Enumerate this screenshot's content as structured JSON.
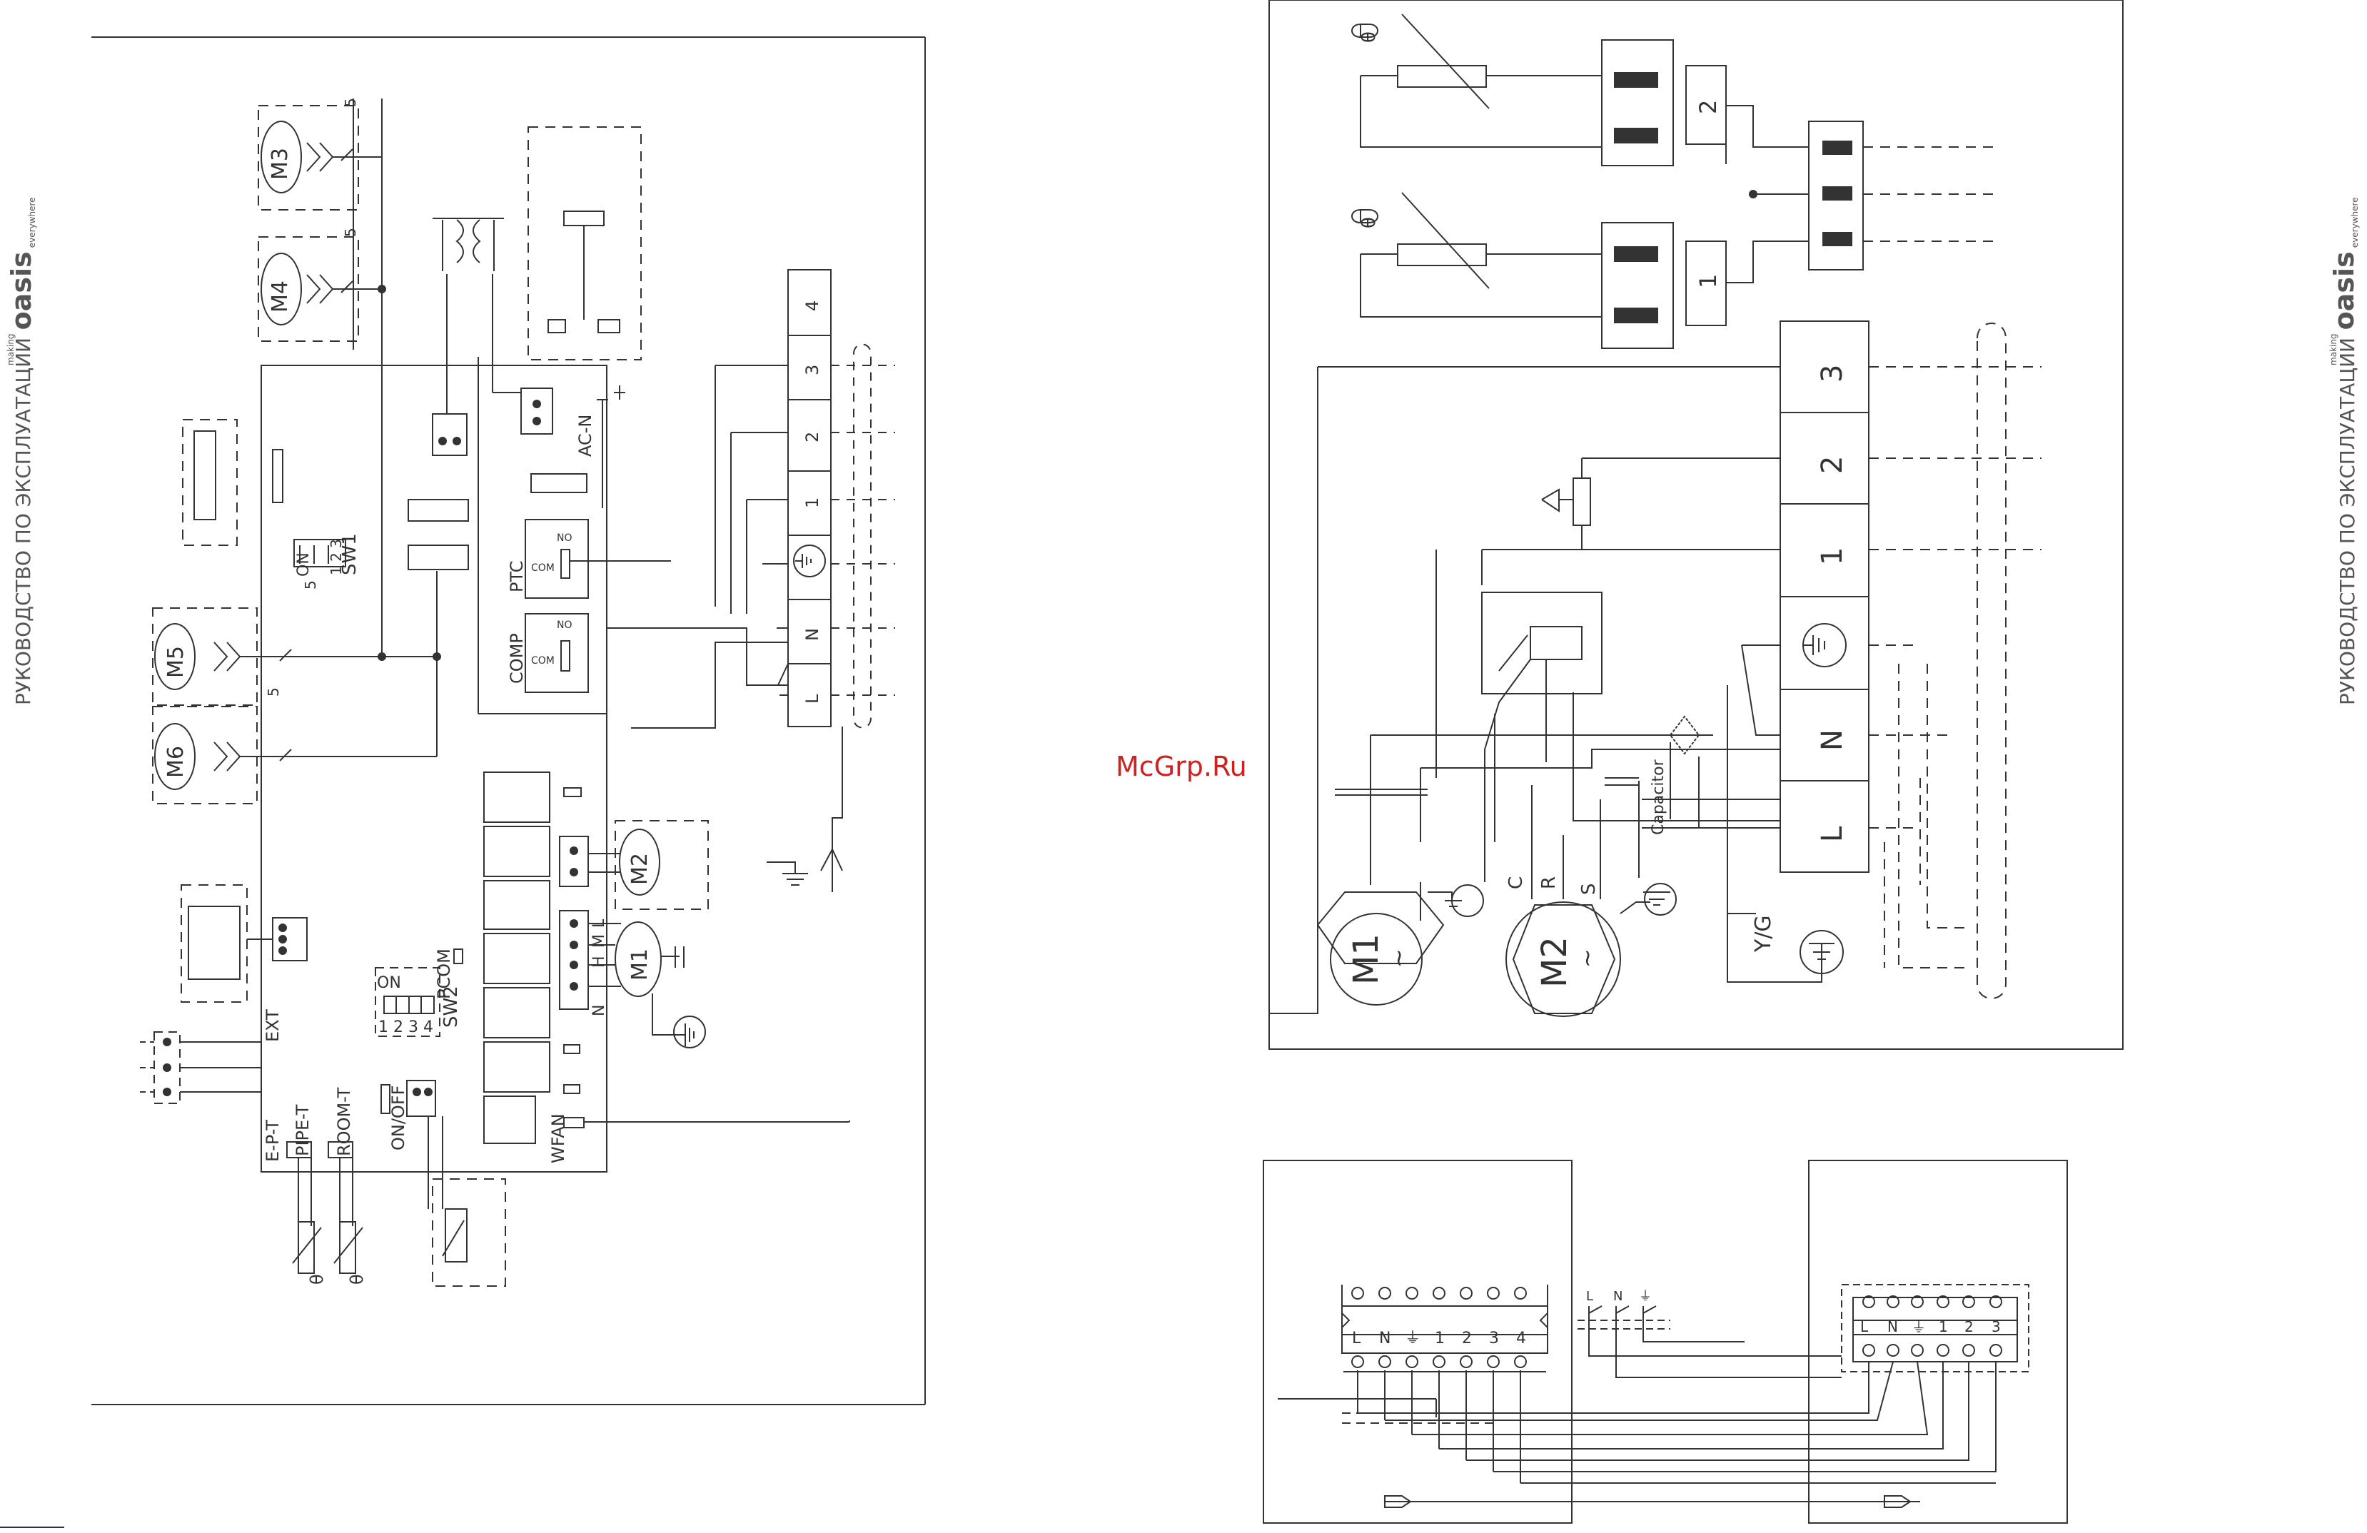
{
  "header": {
    "manual_title": "РУКОВОДСТВО ПО ЭКСПЛУАТАЦИИ",
    "brand_name": "oasis",
    "brand_tagline_top": "making",
    "brand_tagline_bottom": "everywhere"
  },
  "watermark": "McGrp.Ru",
  "indoor_board": {
    "motors": [
      "M3",
      "M4",
      "M5",
      "M6",
      "M2",
      "M1"
    ],
    "wire_count_label": "5",
    "sw1_label": "SW1",
    "sw1_on": "ON",
    "sw1_positions": "1 2 3",
    "sw2_label": "SW2",
    "sw2_on": "ON",
    "sw2_positions": "1 2 3 4",
    "relay_ptc": "PTC",
    "relay_comp": "COMP",
    "relay_no": "NO",
    "relay_com": "COM",
    "ac_n": "AC-N",
    "pcom": "PCOM",
    "wfan": "WFAN",
    "ext": "EXT",
    "ep_t": "E-P-T",
    "pipe_t": "PIPE-T",
    "room_t": "ROOM-T",
    "on_off": "ON/OFF",
    "fan_speeds": [
      "L",
      "M",
      "H",
      "N"
    ],
    "terminals": [
      "4",
      "3",
      "2",
      "1",
      "⏚",
      "N",
      "L"
    ],
    "theta": "θ"
  },
  "outdoor_unit": {
    "sensors": [
      "2",
      "1"
    ],
    "terminals": [
      "3",
      "2",
      "1",
      "⏚",
      "N",
      "L"
    ],
    "motors": [
      "M1",
      "M2"
    ],
    "tilde": "~",
    "capacitor": "Capacitor",
    "m2_pins": [
      "C",
      "R",
      "S"
    ],
    "yg": "Y/G",
    "theta": "θ"
  },
  "connection": {
    "indoor_terminals": [
      "L",
      "N",
      "⏚",
      "1",
      "2",
      "3",
      "4"
    ],
    "outdoor_terminals": [
      "L",
      "N",
      "⏚",
      "1",
      "2",
      "3"
    ],
    "supply_labels": [
      "L",
      "N",
      "⏚"
    ]
  }
}
